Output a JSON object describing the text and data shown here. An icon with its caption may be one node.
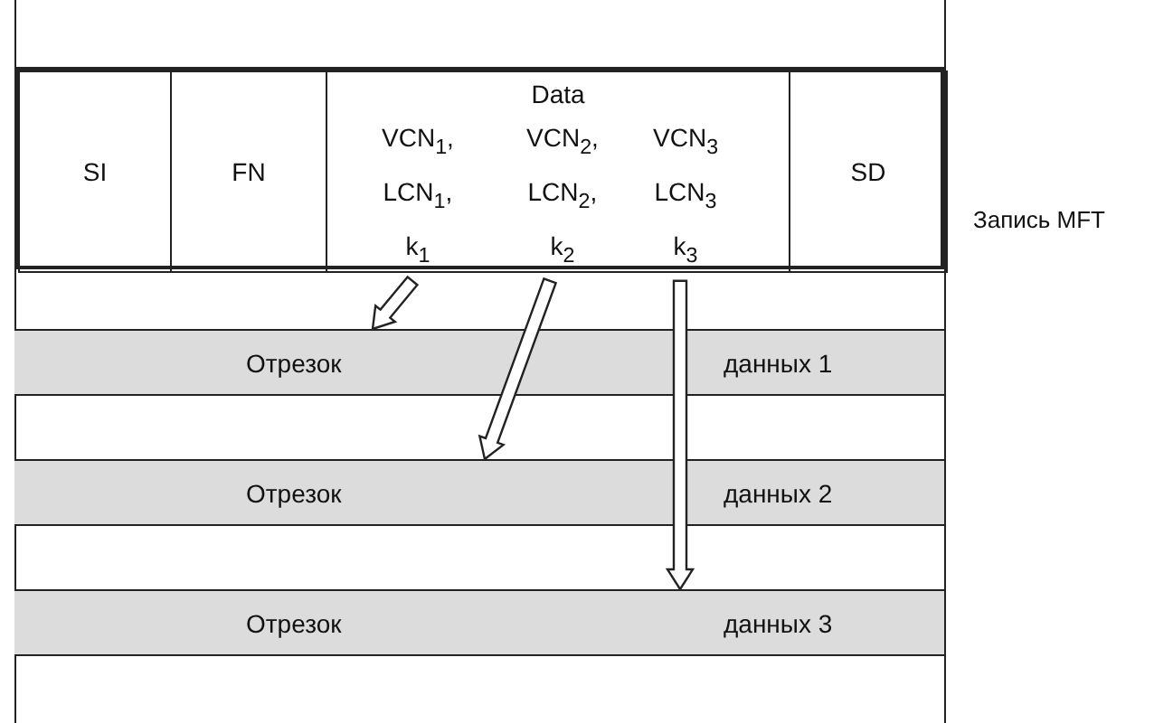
{
  "diagram": {
    "nodes": [
      {
        "text": [],
        "shape": "box",
        "beside": [
          "Запись MFT"
        ]
      },
      {
        "text": [
          "SI"
        ],
        "in": 0
      },
      {
        "text": [
          "FN"
        ],
        "in": 0
      },
      {
        "text": [
          "Data"
        ],
        "in": 0
      },
      {
        "text": [
          "VCN$_{1}$, LCN$_{1}$, k$_{1}$"
        ],
        "in": 3
      },
      {
        "text": [
          "VCN$_{2}$, LCN$_{2}$, k$_{2}$"
        ],
        "in": 3
      },
      {
        "text": [
          "VCN$_{3}$ LCN$_{3}$ k$_{3}$"
        ],
        "in": 3
      },
      {
        "text": [
          "SD"
        ],
        "in": 0
      },
      {
        "text": [
          "Отрезок",
          "данных 1"
        ]
      },
      {
        "text": [
          "Отрезок",
          "данных 2"
        ]
      },
      {
        "text": [
          "Отрезок",
          "данных 3"
        ]
      }
    ],
    "edges": [
      {
        "from": 4,
        "to": 8,
        "arrow": "to"
      },
      {
        "from": 5,
        "to": 9,
        "arrow": "to"
      },
      {
        "from": 6,
        "to": 10,
        "arrow": "to"
      }
    ]
  }
}
